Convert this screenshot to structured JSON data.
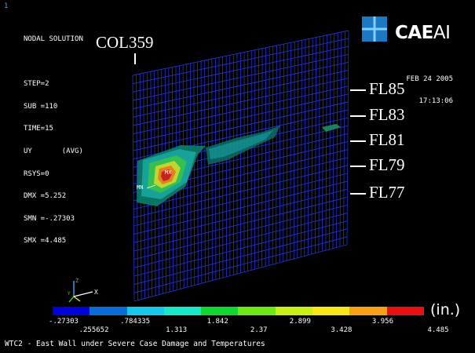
{
  "window_number": "1",
  "info": [
    "NODAL SOLUTION",
    "STEP=2",
    "SUB =110",
    "TIME=15",
    "UY       (AVG)",
    "RSYS=0",
    "DMX =5.252",
    "SMN =-.27303",
    "SMX =4.485"
  ],
  "column_label": "COL359",
  "logo": {
    "bold": "CAE",
    "rest": "AI"
  },
  "date": "FEB 24 2005",
  "time": "17:13:06",
  "floor_labels": [
    "FL85",
    "FL83",
    "FL81",
    "FL79",
    "FL77"
  ],
  "plot_labels": {
    "mn": "MN",
    "mx": "MX"
  },
  "legend": {
    "colors": [
      "#0000d8",
      "#0a6cd8",
      "#18c8e8",
      "#18e8c8",
      "#10d830",
      "#70e818",
      "#c8f018",
      "#f8e818",
      "#f8a018",
      "#e81010"
    ],
    "values": [
      "-.27303",
      ".255652",
      ".784335",
      "1.313",
      "1.842",
      "2.37",
      "2.899",
      "3.428",
      "3.956",
      "4.485"
    ]
  },
  "unit": "(in.)",
  "caption": "WTC2 - East Wall under Severe Case Damage and Temperatures",
  "colors": {
    "background": "#000000",
    "mesh": "#2233cc",
    "text": "#ffffff"
  }
}
